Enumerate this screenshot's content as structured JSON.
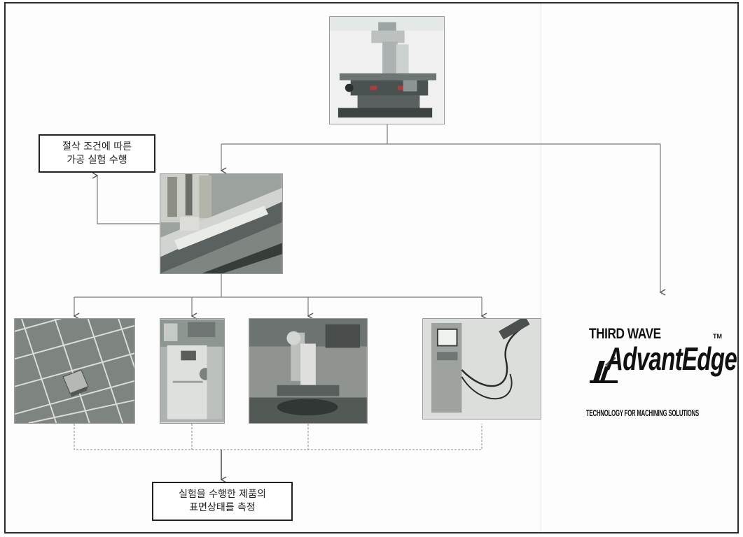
{
  "notes": {
    "top_left": {
      "line1": "절삭 조건에 따른",
      "line2": "가공 실험 수행"
    },
    "bottom": {
      "line1": "실험을 수행한 제품의",
      "line2": "표면상태를 측정"
    }
  },
  "logo": {
    "top": "THIRD WAVE",
    "word": "AdvantEdge",
    "tm": "TM",
    "tagline": "TECHNOLOGY FOR MACHINING SOLUTIONS"
  },
  "photos": [
    {
      "name": "milling-machine-photo",
      "icon": "milling-machine"
    },
    {
      "name": "machined-workpiece-photo",
      "icon": "workpiece-on-table"
    },
    {
      "name": "cut-specimen-photo",
      "icon": "specimen-on-grid"
    },
    {
      "name": "measurement-cabinet-photo",
      "icon": "cabinet-instrument"
    },
    {
      "name": "microscope-photo",
      "icon": "optical-microscope"
    },
    {
      "name": "roughness-tester-photo",
      "icon": "surface-roughness-tester"
    }
  ],
  "colors": {
    "connector": "#7a7a7a",
    "arrow": "#555555",
    "box_border": "#222222"
  }
}
